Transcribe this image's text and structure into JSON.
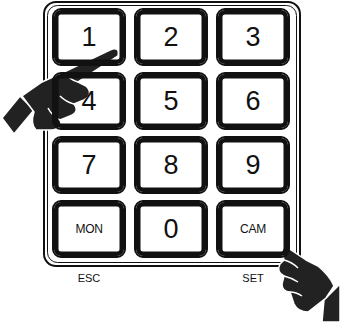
{
  "diagram": {
    "nodes": [
      {
        "text": [
          "1"
        ]
      },
      {
        "text": [
          "2"
        ]
      },
      {
        "text": [
          "3"
        ]
      },
      {
        "text": [
          "4"
        ]
      },
      {
        "text": [
          "5"
        ]
      },
      {
        "text": [
          "6"
        ]
      },
      {
        "text": [
          "7"
        ]
      },
      {
        "text": [
          "8"
        ]
      },
      {
        "text": [
          "9"
        ]
      },
      {
        "text": [
          "MON"
        ]
      },
      {
        "text": [
          "0"
        ]
      },
      {
        "text": [
          "CAM"
        ]
      }
    ],
    "labels": [
      "ESC",
      "SET"
    ]
  }
}
